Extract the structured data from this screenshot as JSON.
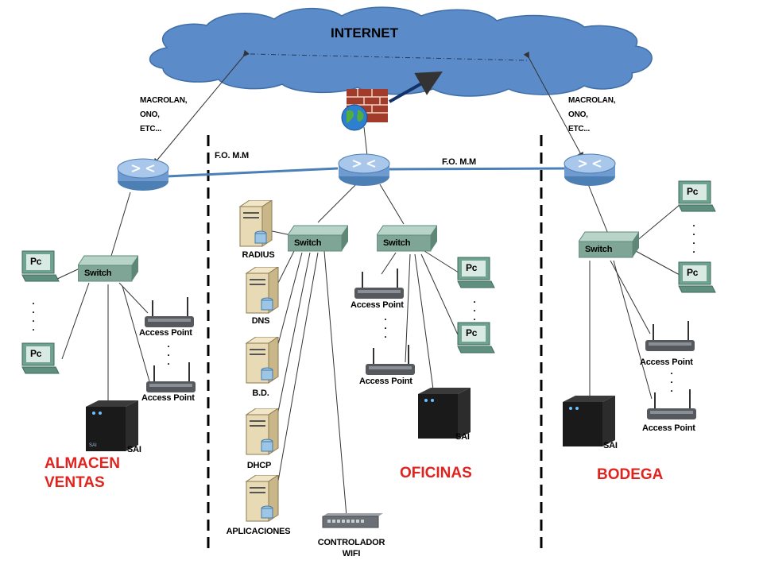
{
  "cloud": {
    "label": "INTERNET"
  },
  "isp_labels": {
    "left": [
      "MACROLAN,",
      "ONO,",
      "ETC..."
    ],
    "right": [
      "MACROLAN,",
      "ONO,",
      "ETC..."
    ]
  },
  "fomm_labels": {
    "left": "F.O. M.M",
    "right": "F.O. M.M"
  },
  "devices": {
    "switch_label": "Switch",
    "pc_label": "Pc",
    "access_point_label": "Access Point",
    "sai_label": "SAI"
  },
  "servers": [
    "RADIUS",
    "DNS",
    "B.D.",
    "DHCP",
    "APLICACIONES"
  ],
  "controller": {
    "line1": "CONTROLADOR",
    "line2": "WIFI"
  },
  "zones": {
    "left_line1": "ALMACEN",
    "left_line2": "VENTAS",
    "center": "OFICINAS",
    "right": "BODEGA"
  },
  "colors": {
    "cloud": "#5b8cc9",
    "router": "#7aa3d3",
    "switch": "#8fb6a8",
    "zone_text": "#e0231e",
    "backbone": "#4a7fb8"
  },
  "icons": [
    "cloud",
    "router-icon",
    "switch-icon",
    "pc-icon",
    "access-point-icon",
    "ups-icon",
    "server-icon",
    "firewall-icon",
    "globe-icon",
    "wifi-controller-icon"
  ]
}
